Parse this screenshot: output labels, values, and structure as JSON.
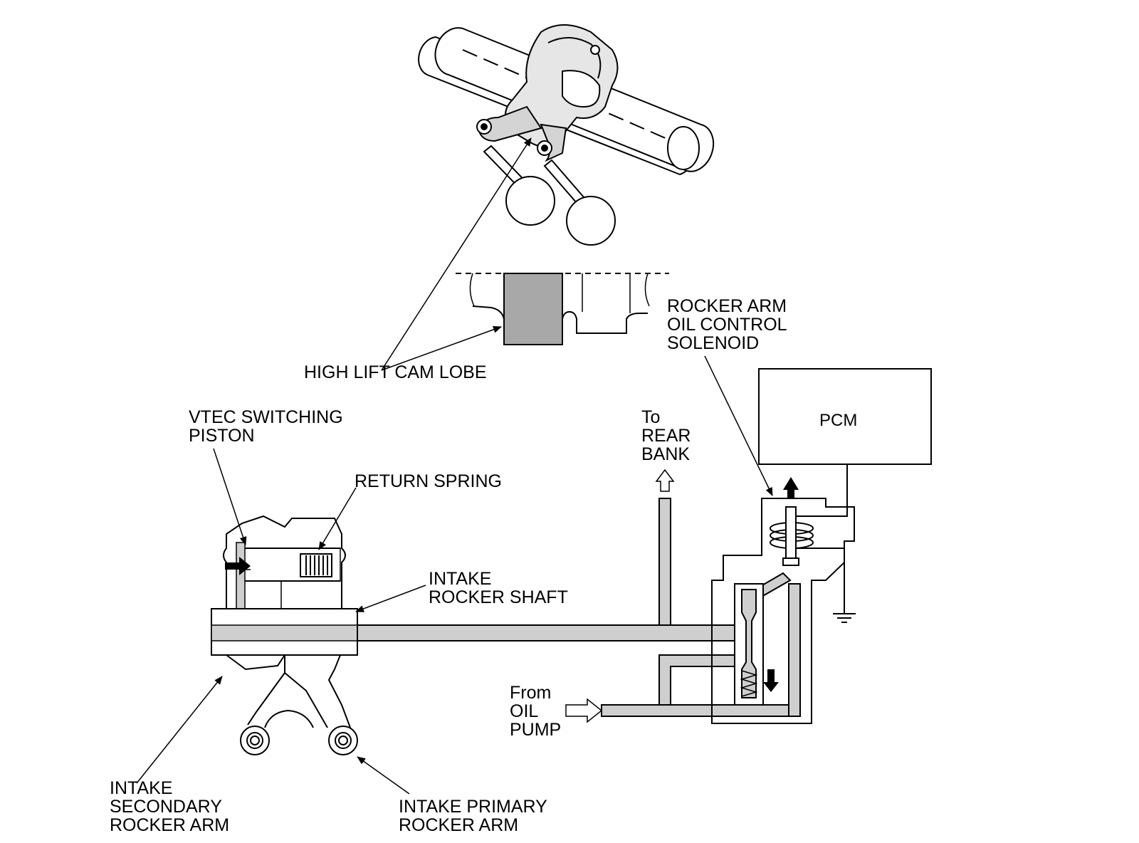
{
  "labels": {
    "high_lift_cam_lobe": "HIGH LIFT CAM LOBE",
    "rocker_arm_oil_control_solenoid": [
      "ROCKER ARM",
      "OIL CONTROL",
      "SOLENOID"
    ],
    "pcm": "PCM",
    "vtec_switching_piston": [
      "VTEC SWITCHING",
      "PISTON"
    ],
    "return_spring": "RETURN SPRING",
    "to_rear_bank": [
      "To",
      "REAR",
      "BANK"
    ],
    "intake_rocker_shaft": [
      "INTAKE",
      "ROCKER SHAFT"
    ],
    "from_oil_pump": [
      "From",
      "OIL",
      "PUMP"
    ],
    "intake_secondary_rocker_arm": [
      "INTAKE",
      "SECONDARY",
      "ROCKER ARM"
    ],
    "intake_primary_rocker_arm": [
      "INTAKE PRIMARY",
      "ROCKER ARM"
    ]
  },
  "colors": {
    "line": "#000000",
    "oil_fill": "#cfcfcf",
    "cam_lobe_fill": "#a8a8a8",
    "background": "#ffffff"
  }
}
